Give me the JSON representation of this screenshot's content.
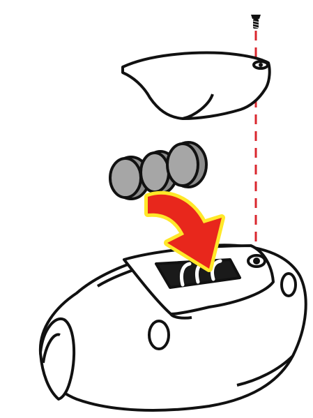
{
  "diagram": {
    "subject": "battery-installation",
    "parts": [
      {
        "id": "screw",
        "icon": "screw-icon"
      },
      {
        "id": "battery-cover",
        "icon": "cover-plate-icon"
      },
      {
        "id": "coin-cell-batteries",
        "icon": "coin-battery-icon",
        "count": 3
      },
      {
        "id": "insert-arrow",
        "icon": "curved-arrow-icon"
      },
      {
        "id": "device-body",
        "icon": "device-icon"
      }
    ],
    "colors": {
      "outline": "#111111",
      "battery_fill": "#8c8c8c",
      "battery_face": "#a6a6a6",
      "arrow_fill": "#e8271c",
      "arrow_glow": "#ffe829",
      "guide_line": "#d9262e",
      "background": "#ffffff"
    }
  }
}
